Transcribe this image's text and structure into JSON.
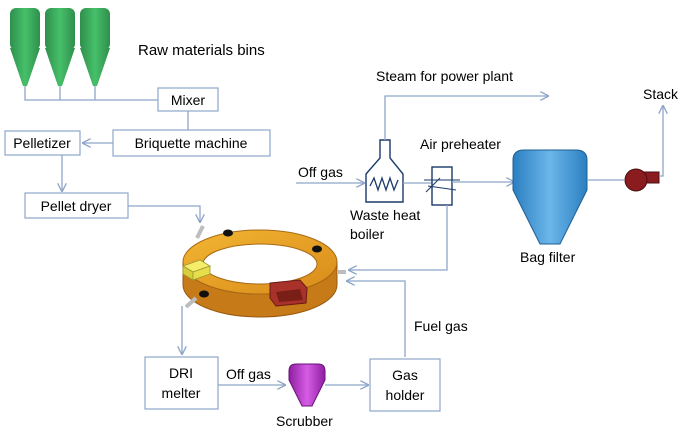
{
  "labels": {
    "raw_bins": "Raw materials bins",
    "mixer": "Mixer",
    "pelletizer": "Pelletizer",
    "briquette": "Briquette machine",
    "pellet_dryer": "Pellet dryer",
    "steam": "Steam for power plant",
    "stack": "Stack",
    "off_gas_in": "Off gas",
    "air_preheater": "Air preheater",
    "whb_line1": "Waste heat",
    "whb_line2": "boiler",
    "bag_filter": "Bag filter",
    "fuel_gas": "Fuel gas",
    "dri_line1": "DRI",
    "dri_line2": "melter",
    "off_gas_out": "Off gas",
    "scrubber": "Scrubber",
    "gas_line1": "Gas",
    "gas_line2": "holder"
  },
  "colors": {
    "bins": "#3aa85c",
    "line": "#8ea6c8",
    "hearth": "#e8a020",
    "bag_filter": "#3d95d6",
    "scrubber": "#b62fc6",
    "fan": "#8a1c20"
  }
}
